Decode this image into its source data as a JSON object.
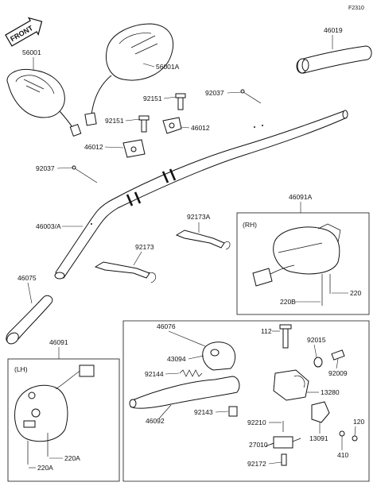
{
  "figure_code": "F2310",
  "front_label": "FRONT",
  "rh_box_label": "(RH)",
  "lh_box_label": "(LH)",
  "parts": {
    "p46019": "46019",
    "p56001": "56001",
    "p56001a": "56001A",
    "p92037_top": "92037",
    "p92151_a": "92151",
    "p92151_b": "92151",
    "p46012_a": "46012",
    "p46012_b": "46012",
    "p92037_left": "92037",
    "p46091a": "46091A",
    "p92173a": "92173A",
    "p46003a": "46003/A",
    "p92173": "92173",
    "p46075": "46075",
    "p220b": "220B",
    "p220": "220",
    "p46076": "46076",
    "p112": "112",
    "p92015": "92015",
    "p43094": "43094",
    "p92009": "92009",
    "p92144": "92144",
    "p13280": "13280",
    "p46092": "46092",
    "p92143": "92143",
    "p92210": "92210",
    "p120": "120",
    "p13091": "13091",
    "p27010": "27010",
    "p410": "410",
    "p92172": "92172",
    "p46091": "46091",
    "p220a_a": "220A",
    "p220a_b": "220A"
  }
}
